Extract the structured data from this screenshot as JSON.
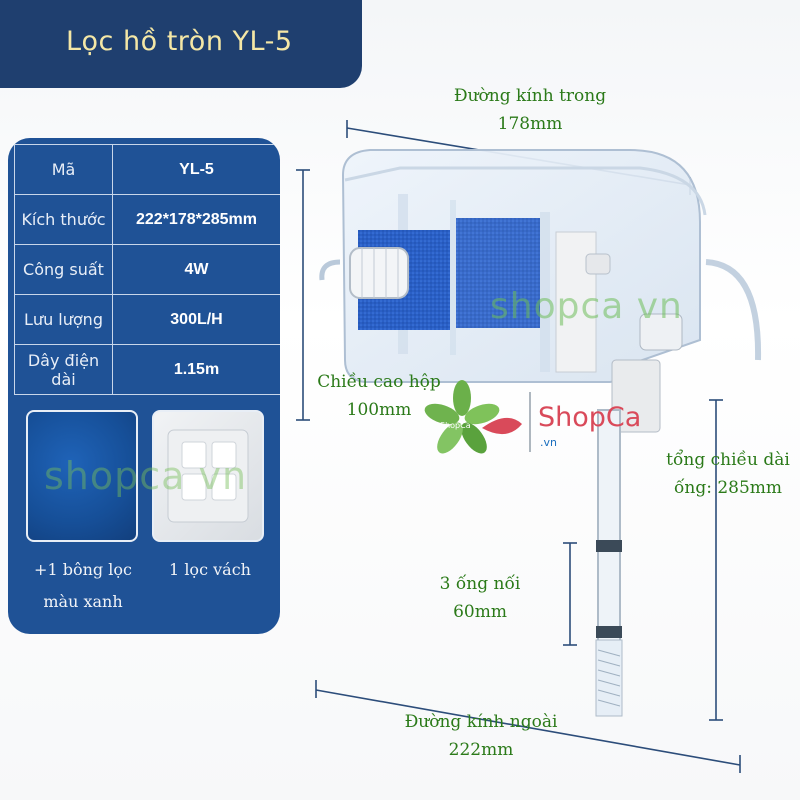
{
  "title": "Lọc hồ tròn YL-5",
  "specs": [
    {
      "label": "Mã",
      "value": "YL-5"
    },
    {
      "label": "Kích thước",
      "value": "222*178*285mm"
    },
    {
      "label": "Công suất",
      "value": "4W"
    },
    {
      "label": "Lưu lượng",
      "value": "300L/H"
    },
    {
      "label": "Dây điện dài",
      "value": "1.15m"
    }
  ],
  "accessories": {
    "blue_sponge_caption_line1": "+1 bông lọc",
    "blue_sponge_caption_line2": "màu xanh",
    "partition_caption": "1 lọc vách"
  },
  "annotations": {
    "inner_diameter_label": "Đường kính trong",
    "inner_diameter_value": "178mm",
    "box_height_label": "Chiều cao hộp",
    "box_height_value": "100mm",
    "tube_length_label": "tổng chiều dài",
    "tube_length_value": "ống: 285mm",
    "connectors_label": "3 ống nối",
    "connectors_value": "60mm",
    "outer_diameter_label": "Đường kính ngoài",
    "outer_diameter_value": "222mm"
  },
  "watermark": "shopca vn",
  "brand": {
    "name": "ShopCa",
    "sub": ".vn",
    "mini": "ShopCa"
  },
  "colors": {
    "panel_blue": "#1f5296",
    "title_bg": "#1f3f6f",
    "title_text": "#f4e7a6",
    "annotation_green": "#2b7a19",
    "brand_red": "#d94a5a"
  }
}
